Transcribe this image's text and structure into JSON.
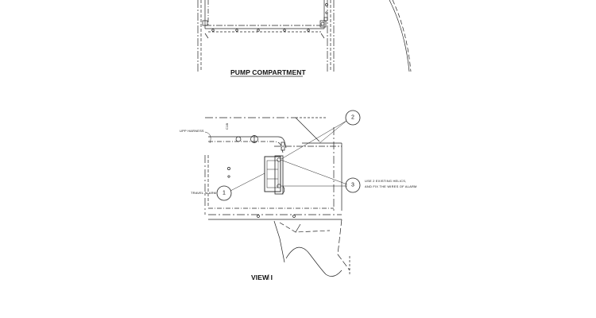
{
  "drawing": {
    "top_view_title": "PUMP COMPARTMENT",
    "bottom_view_title": "VIEW I",
    "callouts": {
      "upp_harness": "UPP HARNESS",
      "travel_alarm": "TRAVEL ALARM",
      "note_line1": "USE 2 EXISTING HELICS,",
      "note_line2": "AND FIX THE WIRES OF ALARM",
      "ref_label": "C1B"
    },
    "balloons": [
      "1",
      "2",
      "3"
    ]
  }
}
